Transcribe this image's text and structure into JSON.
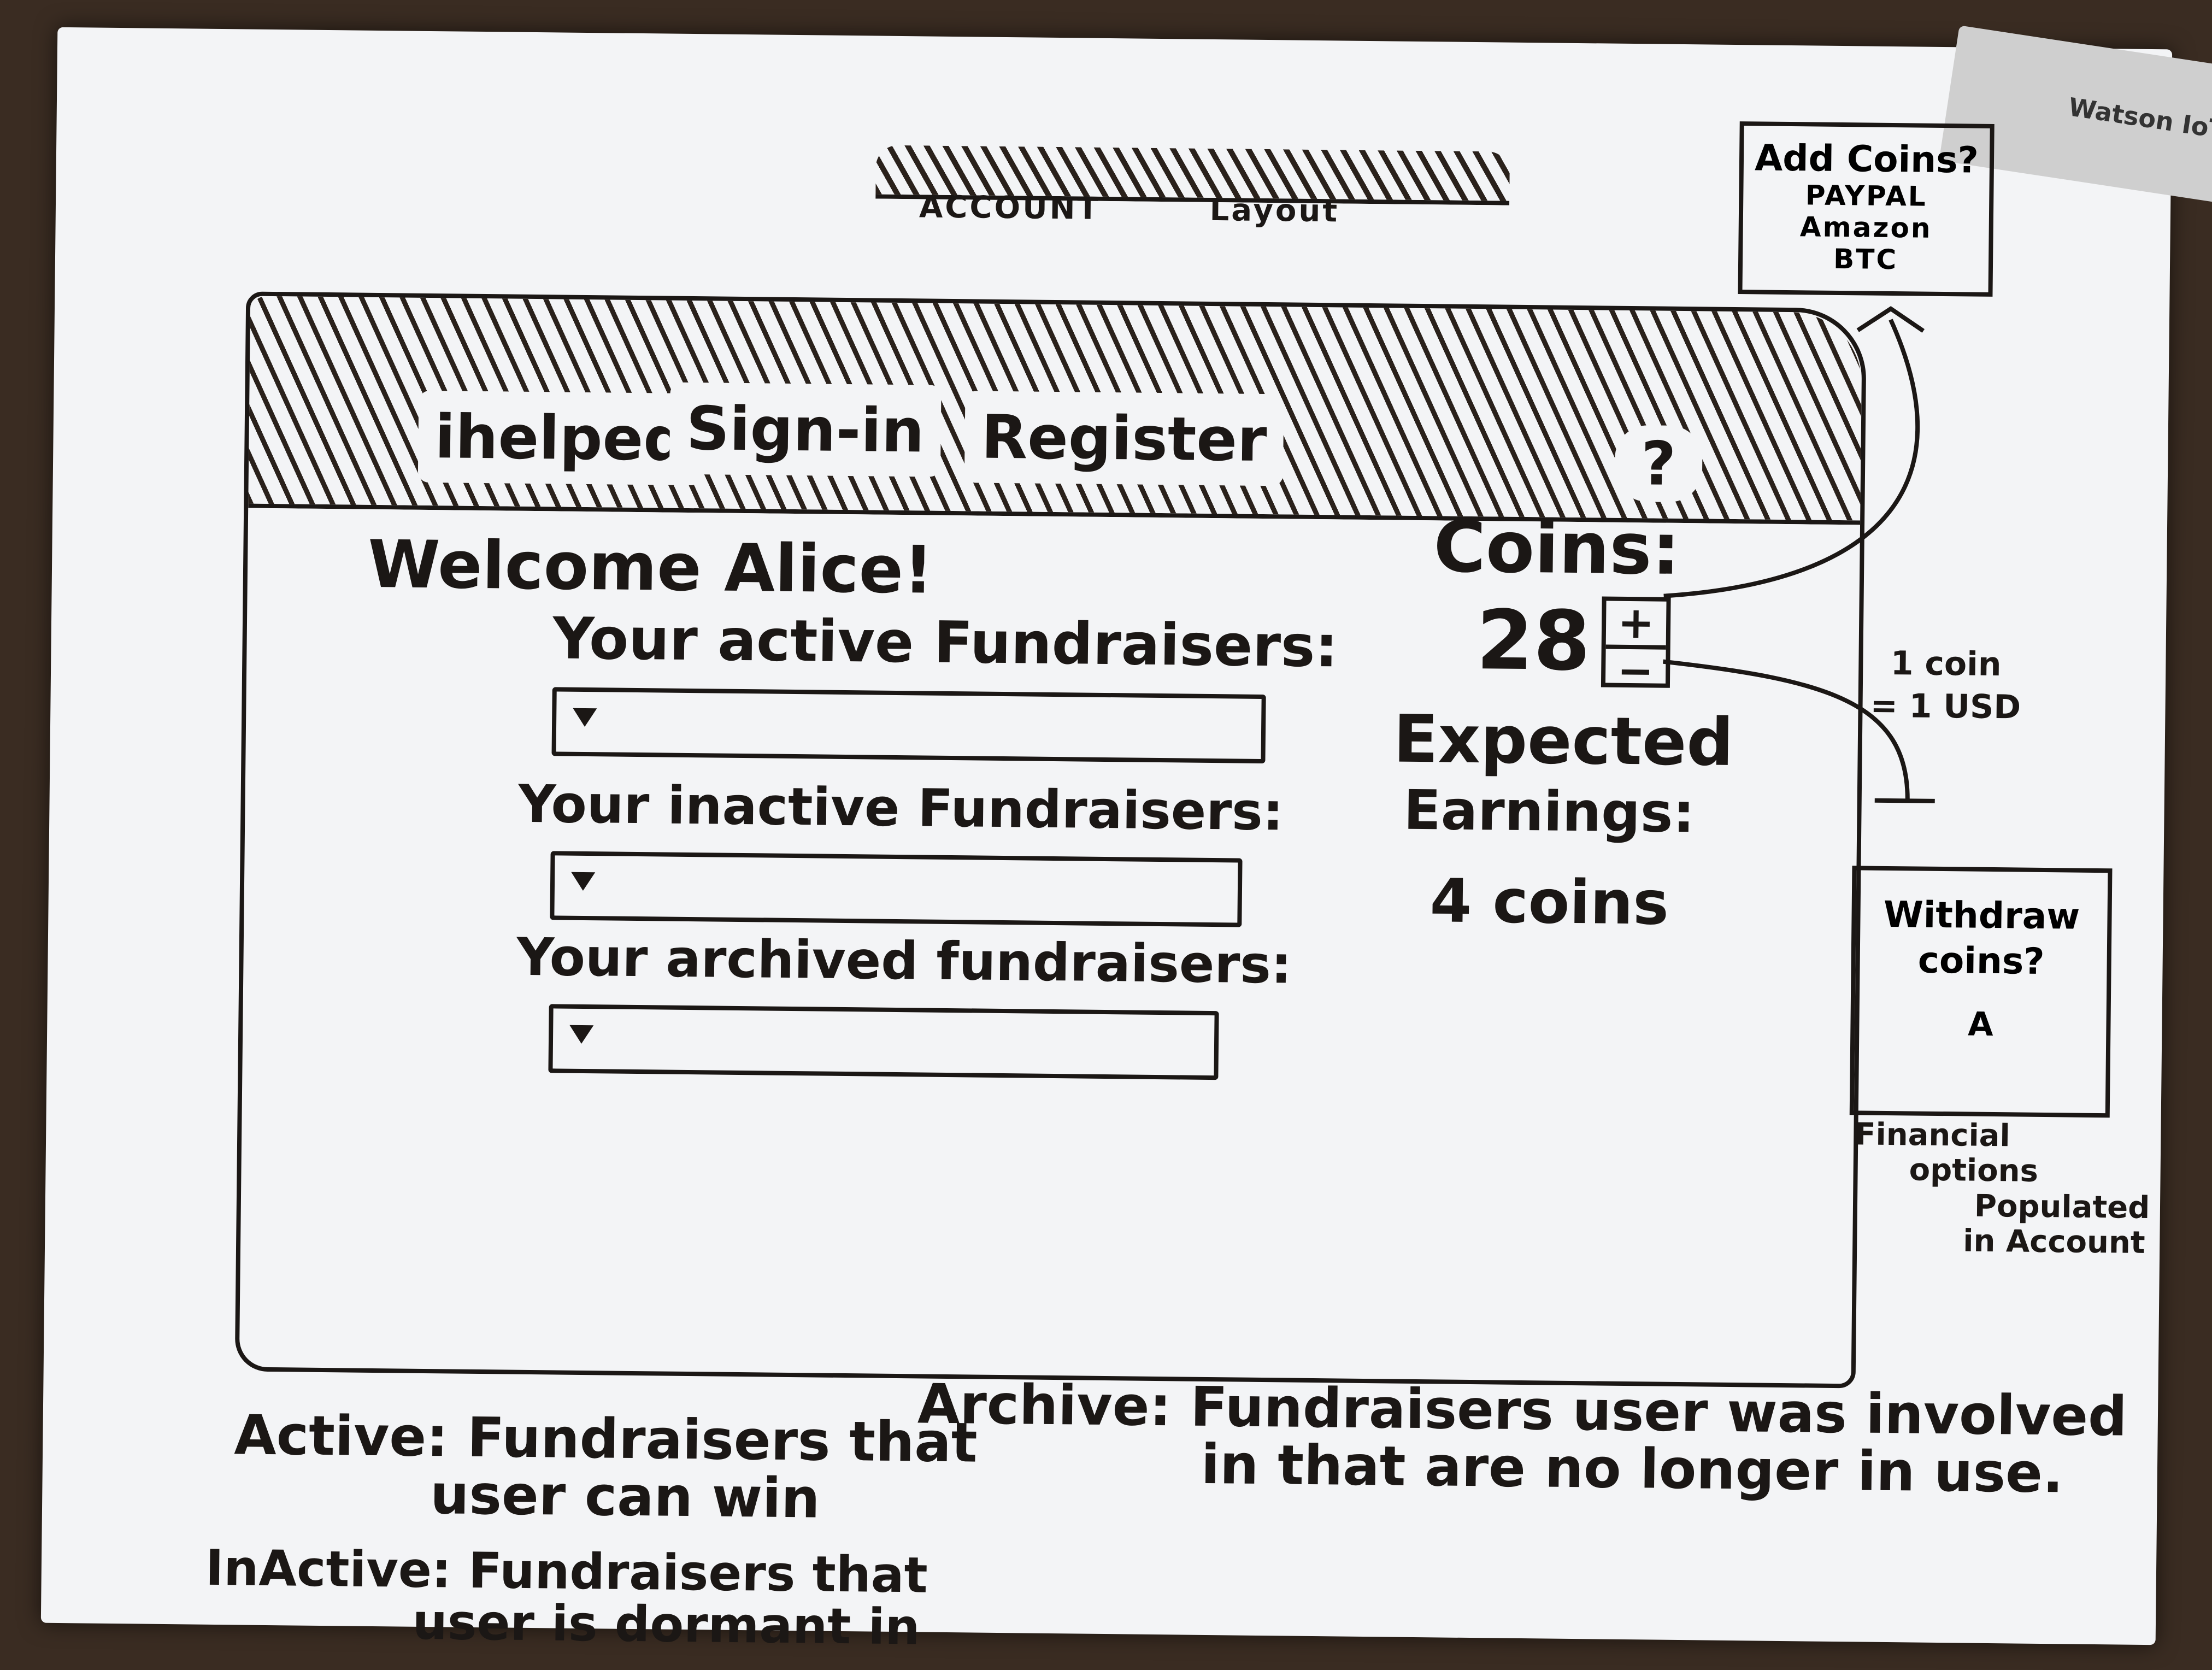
{
  "top_label": {
    "account": "ACCOUNT",
    "layout": "Layout"
  },
  "header": {
    "logo": "ihelped",
    "signin": "Sign-in",
    "register": "Register",
    "help": "?"
  },
  "main": {
    "welcome": "Welcome Alice!",
    "active_title": "Your active Fundraisers:",
    "inactive_title": "Your inactive Fundraisers:",
    "archived_title": "Your archived fundraisers:",
    "coins_label": "Coins:",
    "coins_value": "28",
    "plus": "+",
    "minus": "−",
    "expected_label_1": "Expected",
    "expected_label_2": "Earnings:",
    "expected_value": "4 coins"
  },
  "add_coins": {
    "title": "Add Coins?",
    "options": [
      "PAYPAL",
      "Amazon",
      "BTC"
    ]
  },
  "rate": {
    "line1": "1 coin",
    "line2": "= 1 USD"
  },
  "withdraw": {
    "title_1": "Withdraw",
    "title_2": "coins?",
    "marker": "A"
  },
  "financial_note": [
    "Financial",
    "options",
    "Populated",
    "in Account"
  ],
  "notes": {
    "active_label": "Active:",
    "active_text_1": "Fundraisers that",
    "active_text_2": "user can win",
    "archive_label": "Archive:",
    "archive_text_1": "Fundraisers user was involved",
    "archive_text_2": "in that are no longer in use.",
    "inactive_label": "InActive:",
    "inactive_text_1": "Fundraisers that",
    "inactive_text_2": "user is dormant in"
  },
  "sticker": "Watson IoT"
}
